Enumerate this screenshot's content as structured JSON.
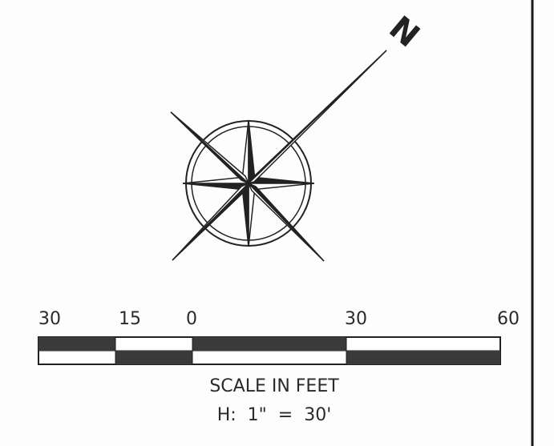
{
  "north_arrow": {
    "label": "N",
    "icon": "compass-rose-icon"
  },
  "scale_bar": {
    "tick_labels": [
      "30",
      "15",
      "0",
      "30",
      "60"
    ],
    "units_label": "SCALE IN FEET",
    "ratio_label": "H:  1\"  =  30'"
  },
  "colors": {
    "ink": "#222222",
    "paper": "#fdfdfd",
    "border": "#1a1a1a"
  }
}
